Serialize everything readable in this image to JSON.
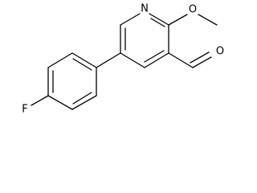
{
  "structure": {
    "atom_labels": {
      "nitrogen": "N",
      "methoxy_oxygen": "O",
      "aldehyde_oxygen": "O",
      "fluorine": "F"
    },
    "colors": {
      "bond": "#000000",
      "label": "#000000",
      "background": "#ffffff"
    }
  }
}
